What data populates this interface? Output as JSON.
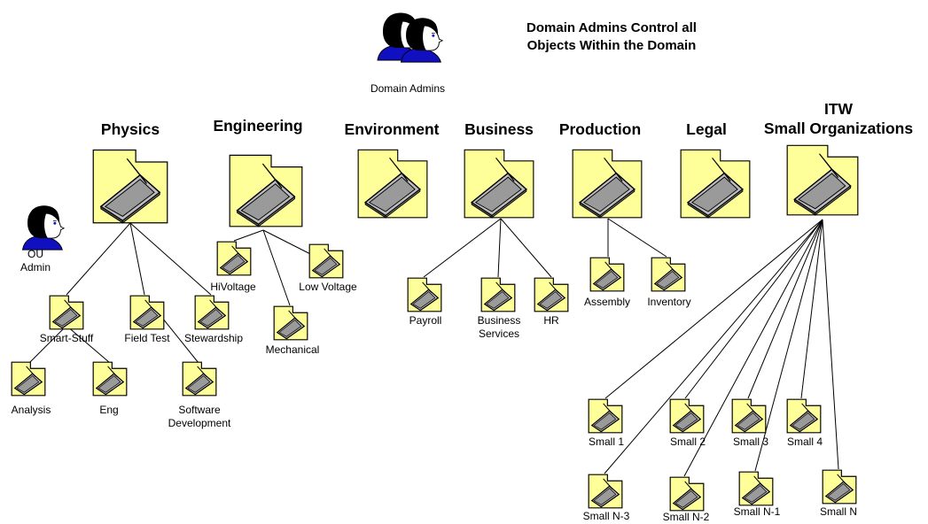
{
  "title": {
    "line1": "Domain Admins Control all",
    "line2": "Objects Within the Domain"
  },
  "domain_admins": {
    "label": "Domain Admins",
    "icon": "admin-group-icon"
  },
  "ou_admin": {
    "label_line1": "OU",
    "label_line2": "Admin",
    "icon": "admin-user-icon"
  },
  "top_ous": {
    "physics": "Physics",
    "engineering": "Engineering",
    "environment": "Environment",
    "business": "Business",
    "production": "Production",
    "legal": "Legal",
    "itw_line1": "ITW",
    "itw_line2": "Small Organizations"
  },
  "sub_ous": {
    "smart_stuff": "Smart-Stuff",
    "field_test": "Field Test",
    "stewardship": "Stewardship",
    "analysis": "Analysis",
    "eng": "Eng",
    "software_dev_line1": "Software",
    "software_dev_line2": "Development",
    "hivoltage": "HiVoltage",
    "low_voltage": "Low Voltage",
    "mechanical": "Mechanical",
    "payroll": "Payroll",
    "business_services_line1": "Business",
    "business_services_line2": "Services",
    "hr": "HR",
    "assembly": "Assembly",
    "inventory": "Inventory",
    "small_1": "Small 1",
    "small_2": "Small 2",
    "small_3": "Small 3",
    "small_4": "Small 4",
    "small_n3": "Small N-3",
    "small_n2": "Small N-2",
    "small_n1": "Small N-1",
    "small_n": "Small N"
  },
  "colors": {
    "folder_fill": "#ffff99",
    "folder_stroke": "#000000",
    "laptop_fill": "#c0c0c0",
    "hair": "#000000",
    "shirt": "#1010c0",
    "face": "#ffffff"
  }
}
